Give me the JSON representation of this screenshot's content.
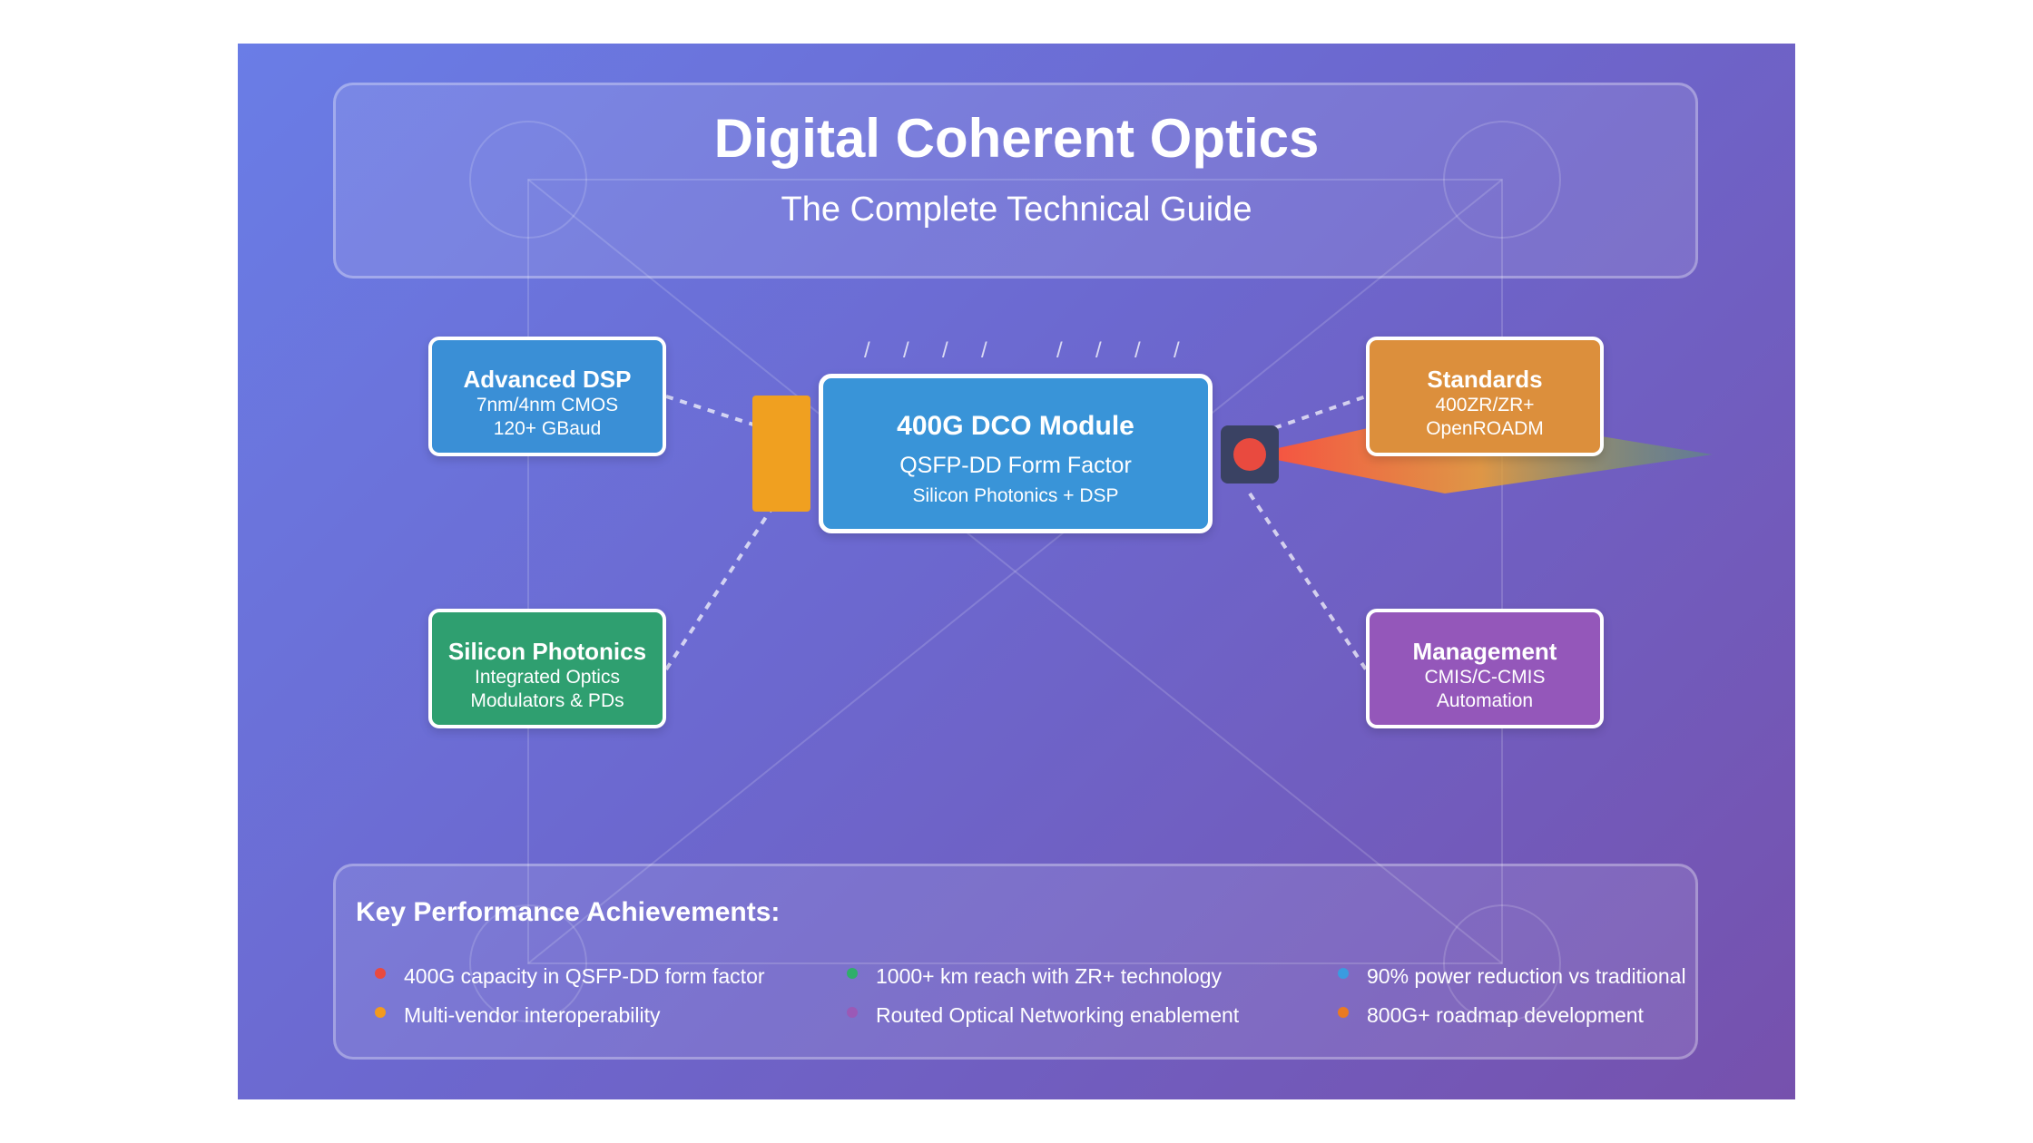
{
  "header": {
    "title": "Digital Coherent Optics",
    "subtitle": "The Complete Technical Guide"
  },
  "nodes": {
    "dsp": {
      "title": "Advanced DSP",
      "lines": [
        "7nm/4nm CMOS",
        "120+ GBaud"
      ],
      "color": "#3a8fd6"
    },
    "standards": {
      "title": "Standards",
      "lines": [
        "400ZR/ZR+",
        "OpenROADM"
      ],
      "color": "#dc8f3c"
    },
    "photonics": {
      "title": "Silicon Photonics",
      "lines": [
        "Integrated Optics",
        "Modulators & PDs"
      ],
      "color": "#2f9f70"
    },
    "management": {
      "title": "Management",
      "lines": [
        "CMIS/C-CMIS",
        "Automation"
      ],
      "color": "#9457ba"
    },
    "core": {
      "title": "400G DCO Module",
      "subtitle": "QSFP-DD Form Factor",
      "detail": "Silicon Photonics + DSP",
      "color": "#3994d8"
    }
  },
  "signal_marks": [
    "/",
    "/",
    "/",
    "/",
    "/",
    "/",
    "/",
    "/"
  ],
  "kpi": {
    "title": "Key Performance Achievements:",
    "items": [
      {
        "text": "400G capacity in QSFP-DD form factor",
        "color": "#e94a3f"
      },
      {
        "text": "1000+ km reach with ZR+ technology",
        "color": "#2fae6a"
      },
      {
        "text": "90% power reduction vs traditional",
        "color": "#3a9be0"
      },
      {
        "text": "Multi-vendor interoperability",
        "color": "#f29a1e"
      },
      {
        "text": "Routed Optical Networking enablement",
        "color": "#9b59b6"
      },
      {
        "text": "800G+ roadmap development",
        "color": "#ea7a22"
      }
    ]
  }
}
